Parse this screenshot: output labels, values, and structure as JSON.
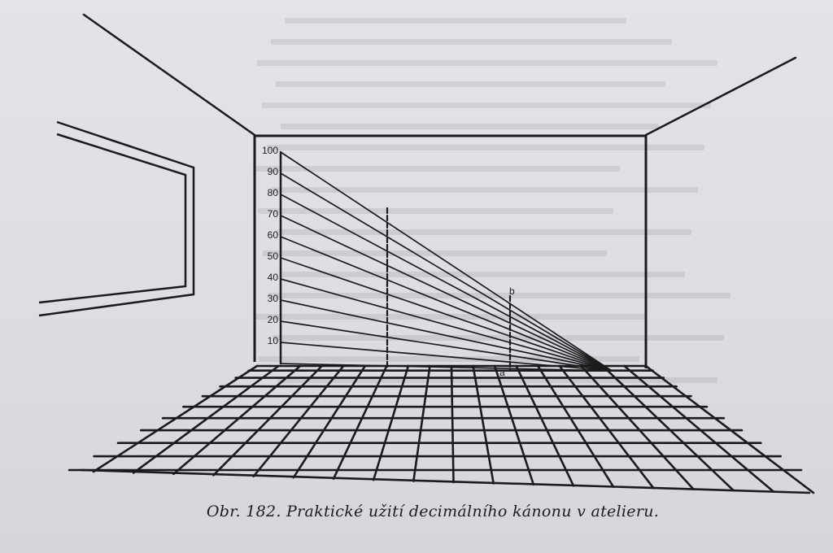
{
  "caption": "Obr. 182. Praktické užití decimálního kánonu v atelieru.",
  "scale_labels": [
    "10",
    "20",
    "30",
    "40",
    "50",
    "60",
    "70",
    "80",
    "90",
    "100"
  ],
  "point_labels": {
    "top": "b",
    "bottom": "a"
  },
  "colors": {
    "paper": "#e0dfe3",
    "ink": "#1b1b1d"
  }
}
